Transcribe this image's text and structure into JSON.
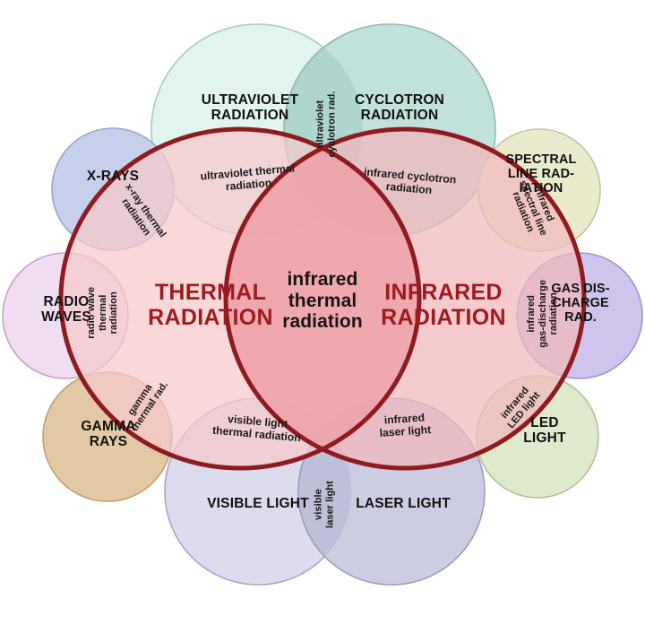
{
  "diagram": {
    "kind": "venn-diagram",
    "title_visible": false,
    "background": "#ffffff",
    "main_stroke": "#8e1b1f",
    "main_stroke_width": 5
  },
  "main_sets": {
    "left": {
      "label": "THERMAL\nRADIATION",
      "fill": "#f9e2e4",
      "text_color": "#9e1b20"
    },
    "right": {
      "label": "INFRARED\nRADIATION",
      "fill": "#f6ccce",
      "text_color": "#9e1b20"
    },
    "intersection": {
      "label": "infrared\nthermal\nradiation",
      "fill": "#f0a9ad",
      "text_color": "#1a1414"
    }
  },
  "satellites": [
    {
      "id": "ultraviolet-radiation",
      "label": "ULTRAVIOLET\nRADIATION",
      "fill": "#e2f4ef",
      "stroke": "#a9c9c2",
      "overlap": {
        "label": "ultraviolet thermal\nradiation",
        "with": "THERMAL RADIATION"
      }
    },
    {
      "id": "cyclotron-radiation",
      "label": "CYCLOTRON\nRADIATION",
      "fill": "#bcdfd8",
      "stroke": "#8fb9b1",
      "overlap": {
        "label": "infrared cyclotron\nradiation",
        "with": "INFRARED RADIATION"
      }
    },
    {
      "id": "x-rays",
      "label": "X-RAYS",
      "fill": "#c7cfea",
      "stroke": "#9aa6d0",
      "overlap": {
        "label": "x-ray thermal\nradiation",
        "with": "THERMAL RADIATION"
      }
    },
    {
      "id": "spectral-line-radiation",
      "label": "SPECTRAL\nLINE RAD-\nIATION",
      "fill": "#eaebcd",
      "stroke": "#c3c49f",
      "overlap": {
        "label": "infrared\nspectral line\nradiation",
        "with": "INFRARED RADIATION"
      }
    },
    {
      "id": "radio-waves",
      "label": "RADIO\nWAVES",
      "fill": "#f0ddf0",
      "stroke": "#c7a3c9",
      "overlap": {
        "label": "radio wave\nthermal\nradiation",
        "with": "THERMAL RADIATION"
      }
    },
    {
      "id": "gas-discharge-radiation",
      "label": "GAS DIS-\nCHARGE\nRAD.",
      "fill": "#cec4ec",
      "stroke": "#a396cf",
      "overlap": {
        "label": "infrared\ngas-discharge\nradiation",
        "with": "INFRARED RADIATION"
      }
    },
    {
      "id": "gamma-rays",
      "label": "GAMMA\nRAYS",
      "fill": "#e3c9a3",
      "stroke": "#bfa079",
      "overlap": {
        "label": "gamma\nthermal rad.",
        "with": "THERMAL RADIATION"
      }
    },
    {
      "id": "led-light",
      "label": "LED\nLIGHT",
      "fill": "#dfe9cc",
      "stroke": "#b3c39b",
      "overlap": {
        "label": "infrared\nLED light",
        "with": "INFRARED RADIATION"
      }
    },
    {
      "id": "visible-light",
      "label": "VISIBLE LIGHT",
      "fill": "#dcdcee",
      "stroke": "#a8a8c8",
      "overlap": {
        "label": "visible light\nthermal radiation",
        "with": "THERMAL RADIATION"
      }
    },
    {
      "id": "laser-light",
      "label": "LASER LIGHT",
      "fill": "#c9c9e0",
      "stroke": "#9e9ec2",
      "overlap": {
        "label": "infrared\nlaser light",
        "with": "INFRARED RADIATION"
      }
    }
  ],
  "satellite_pair_overlaps": [
    {
      "id": "ultraviolet-cyclotron",
      "label": "ultraviolet\ncyclotron rad.",
      "fill": "#aed6ce"
    },
    {
      "id": "visible-laser",
      "label": "visible\nlaser light",
      "fill": "#bfbfda"
    }
  ]
}
